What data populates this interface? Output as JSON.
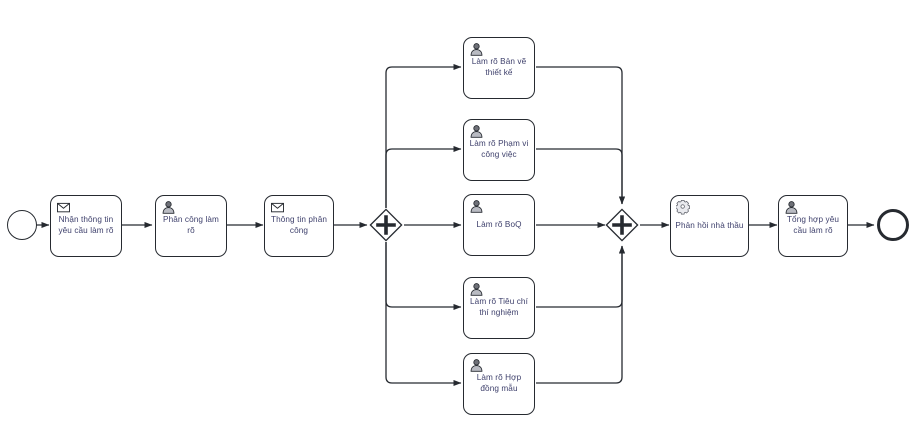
{
  "diagram": {
    "type": "bpmn-process",
    "title": "Quy trinh lam ro ho so moi thau",
    "stroke_color": "#262a30",
    "label_color": "#3d3f6b",
    "background": "#ffffff"
  },
  "events": {
    "start": {
      "name": "start-event",
      "label": ""
    },
    "end": {
      "name": "end-event",
      "label": ""
    }
  },
  "gateways": [
    {
      "id": "split",
      "kind": "parallel",
      "symbol": "plus",
      "label": ""
    },
    {
      "id": "join",
      "kind": "parallel",
      "symbol": "plus",
      "label": ""
    }
  ],
  "tasks": {
    "sequence_before": [
      {
        "id": "t1",
        "label": "Nhận thông tin yêu cầu làm rõ",
        "icon": "envelope-icon",
        "type": "message"
      },
      {
        "id": "t2",
        "label": "Phân công làm rõ",
        "icon": "user-icon",
        "type": "user"
      },
      {
        "id": "t3",
        "label": "Thông tin phân công",
        "icon": "envelope-icon",
        "type": "message"
      }
    ],
    "parallel_branches": [
      {
        "id": "b1",
        "label": "Làm rõ Bản vẽ thiết kế",
        "icon": "user-icon",
        "type": "user"
      },
      {
        "id": "b2",
        "label": "Làm rõ Phạm vi công việc",
        "icon": "user-icon",
        "type": "user"
      },
      {
        "id": "b3",
        "label": "Làm rõ BoQ",
        "icon": "user-icon",
        "type": "user"
      },
      {
        "id": "b4",
        "label": "Làm rõ Tiêu chí thí nghiệm",
        "icon": "user-icon",
        "type": "user"
      },
      {
        "id": "b5",
        "label": "Làm rõ Hợp đồng mẫu",
        "icon": "user-icon",
        "type": "user"
      }
    ],
    "sequence_after": [
      {
        "id": "t4",
        "label": "Phản hồi nhà thầu",
        "icon": "gear-icon",
        "type": "service"
      },
      {
        "id": "t5",
        "label": "Tổng hợp yêu cầu làm rõ",
        "icon": "user-icon",
        "type": "user"
      }
    ]
  }
}
